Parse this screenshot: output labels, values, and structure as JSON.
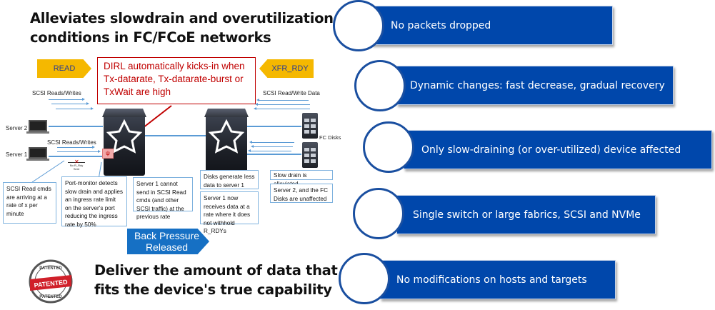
{
  "headline_top": {
    "line1": "Alleviates slowdrain and overutilization",
    "line2": "conditions in FC/FCoE networks"
  },
  "diagram": {
    "read_chevron": "READ",
    "xfr_rdy_chevron": "XFR_RDY",
    "callout": {
      "line1": "DIRL automatically kicks-in when",
      "line2": "Tx-datarate, Tx-datarate-burst or",
      "line3": "TxWait are high"
    },
    "labels": {
      "scsi_rw_top": "SCSI Reads/Writes",
      "scsi_rw_data": "SCSI Read/Write Data",
      "server2": "Server 2",
      "server1": "Server 1",
      "scsi_rw_mid": "SCSI Reads/Writes",
      "fc_disks": "FC Disks",
      "no_r_rdy": "No R_Rdy",
      "no_r_rdy_2": "Sent"
    },
    "notes": [
      "SCSI Read cmds are arriving at a rate of x per minute",
      "Port-monitor detects slow drain and applies an ingress rate limit on the server's port reducing the ingress rate by 50%",
      "Server 1 cannot send in SCSI Read cmds (and other SCSI traffic) at the previous rate",
      "Disks generate less data to server 1",
      "Server 1 now receives data at a rate where it does not withhold R_RDYs",
      "Slow drain is alleviated",
      "Server 2, and the FC Disks are unaffected"
    ],
    "back_pressure": {
      "line1": "Back Pressure",
      "line2": "Released"
    }
  },
  "patent_badge": {
    "top": "PATENTED",
    "ribbon": "PATENTED",
    "bottom": "PATENTED"
  },
  "headline_bottom": {
    "line1": "Deliver the amount of data that",
    "line2": "fits the device's true capability"
  },
  "benefits": [
    "No packets dropped",
    "Dynamic changes: fast decrease, gradual recovery",
    "Only slow-draining (or over-utilized) device affected",
    "Single switch or large fabrics, SCSI and NVMe",
    "No modifications on hosts and targets"
  ],
  "colors": {
    "benefit_blue": "#0047ab",
    "callout_red": "#c00000",
    "chevron_yellow": "#f5b800",
    "arrow_blue": "#1670c4"
  }
}
